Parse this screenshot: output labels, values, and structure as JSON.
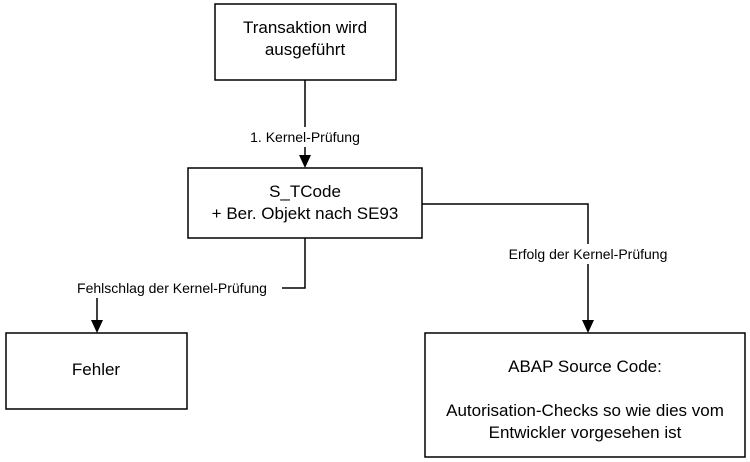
{
  "nodes": {
    "transaction": {
      "line1": "Transaktion wird",
      "line2": "ausgeführt"
    },
    "check": {
      "line1": "S_TCode",
      "line2": "+ Ber. Objekt nach SE93"
    },
    "error": {
      "line1": "Fehler"
    },
    "abap": {
      "line1": "ABAP Source Code:",
      "line2": "Autorisation-Checks so wie dies vom",
      "line3": "Entwickler vorgesehen ist"
    }
  },
  "edges": {
    "kernel_check": "1. Kernel-Prüfung",
    "failure": "Fehlschlag der Kernel-Prüfung",
    "success": "Erfolg der Kernel-Prüfung"
  },
  "colors": {
    "stroke": "#000000",
    "background": "#ffffff"
  }
}
